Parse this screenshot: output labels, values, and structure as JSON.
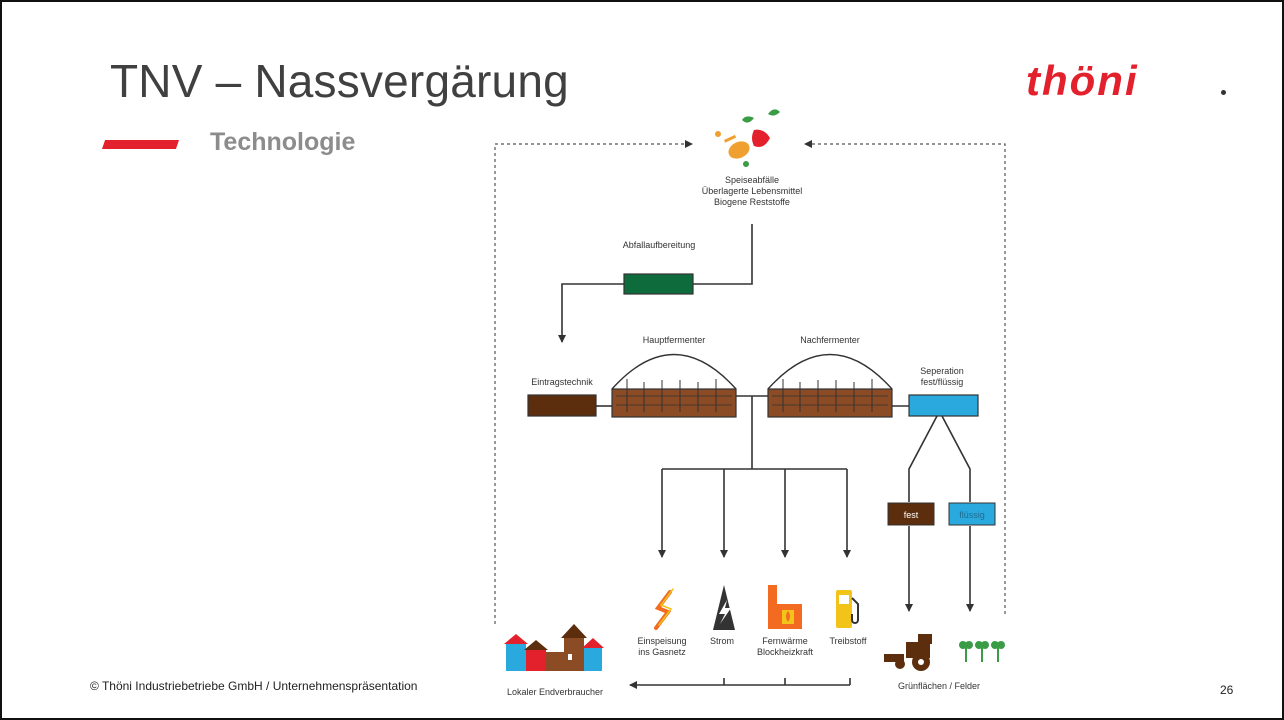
{
  "slide": {
    "title": "TNV – Nassvergärung",
    "subtitle": "Technologie",
    "logo": "thöni",
    "footer": "© Thöni Industriebetriebe GmbH / Unternehmenspräsentation",
    "page_number": "26"
  },
  "diagram": {
    "input_lines": [
      "Speiseabfälle",
      "Überlagerte Lebensmittel",
      "Biogene Reststoffe"
    ],
    "abfallaufbereitung": "Abfallaufbereitung",
    "eintragstechnik": "Eintragstechnik",
    "hauptfermenter": "Hauptfermenter",
    "nachfermenter": "Nachfermenter",
    "separation_lines": [
      "Seperation",
      "fest/flüssig"
    ],
    "fest": "fest",
    "fluessig": "flüssig",
    "einspeisung_lines": [
      "Einspeisung",
      "ins Gasnetz"
    ],
    "strom": "Strom",
    "fernwaerme_lines": [
      "Fernwärme",
      "Blockheizkraft"
    ],
    "treibstoff": "Treibstoff",
    "endverbraucher": "Lokaler Endverbraucher",
    "gruenflaechen": "Grünflächen / Felder",
    "colors": {
      "green": "#0e6b3b",
      "brown": "#5c2e0e",
      "fermenter_brown": "#8a4b25",
      "blue": "#2aa9df",
      "red": "#e3212d",
      "orange": "#f26b21",
      "yellow": "#f2c318"
    },
    "icons": [
      "food-waste-icon",
      "gas-pipe-icon",
      "power-pylon-icon",
      "heating-plant-icon",
      "fuel-pump-icon",
      "village-icon",
      "tractor-icon",
      "plants-icon"
    ]
  }
}
